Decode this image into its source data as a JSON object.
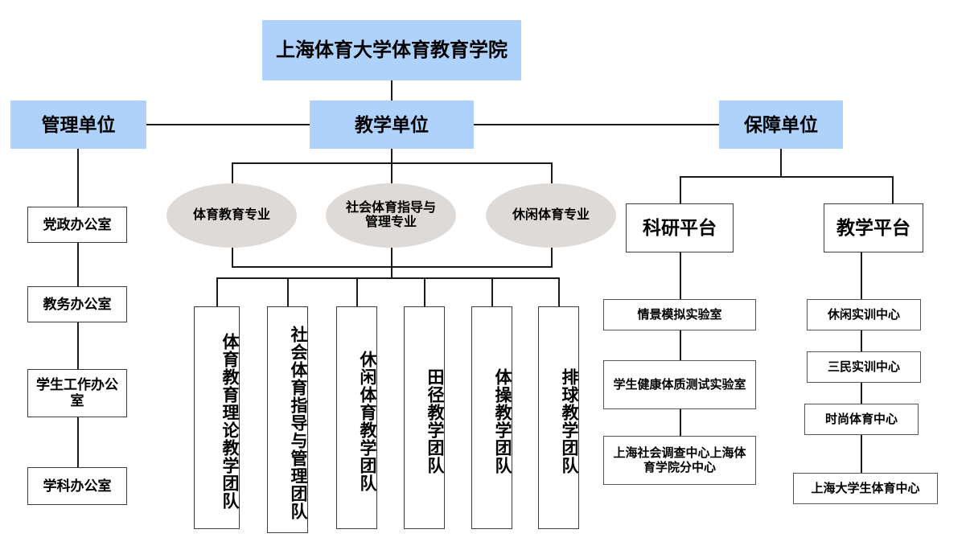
{
  "meta": {
    "title": "上海体育大学体育教育学院组织架构图",
    "colors": {
      "accent_blue": "#AED2FB",
      "ellipse_gray": "#DEDAD7",
      "line": "#1a1a1a",
      "box_border": "#3c3c3c",
      "text": "#000000",
      "background": "#ffffff"
    }
  },
  "root": {
    "label": "上海体育大学体育教育学院"
  },
  "units": {
    "management": {
      "label": "管理单位"
    },
    "teaching": {
      "label": "教学单位"
    },
    "support": {
      "label": "保障单位"
    }
  },
  "management_offices": [
    {
      "label": "党政办公室"
    },
    {
      "label": "教务办公室"
    },
    {
      "label": "学生工作办公室"
    },
    {
      "label": "学科办公室"
    }
  ],
  "majors": [
    {
      "label": "体育教育专业"
    },
    {
      "label": "社会体育指导与管理专业"
    },
    {
      "label": "休闲体育专业"
    }
  ],
  "teaching_teams": [
    {
      "label": "体育教育理论教学团队"
    },
    {
      "label": "社会体育指导与管理团队"
    },
    {
      "label": "休闲体育教学团队"
    },
    {
      "label": "田径教学团队"
    },
    {
      "label": "体操教学团队"
    },
    {
      "label": "排球教学团队"
    }
  ],
  "platforms": {
    "research": {
      "label": "科研平台",
      "children": [
        {
          "label": "情景模拟实验室"
        },
        {
          "label": "学生健康体质测试实验室"
        },
        {
          "label": "上海社会调查中心上海体育学院分中心"
        }
      ]
    },
    "teaching_platform": {
      "label": "教学平台",
      "children": [
        {
          "label": "休闲实训中心"
        },
        {
          "label": "三民实训中心"
        },
        {
          "label": "时尚体育中心"
        },
        {
          "label": "上海大学生体育中心"
        }
      ]
    }
  }
}
